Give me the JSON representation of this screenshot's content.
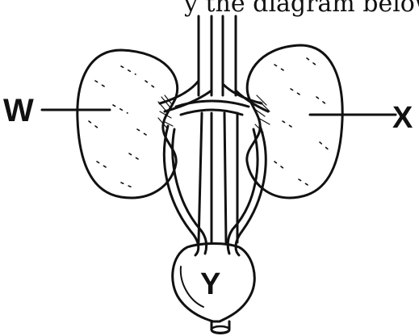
{
  "caption": "y the diagram below:",
  "labels": {
    "w": "W",
    "x": "X",
    "y": "Y"
  },
  "colors": {
    "ink": "#111111",
    "background": "#ffffff"
  }
}
